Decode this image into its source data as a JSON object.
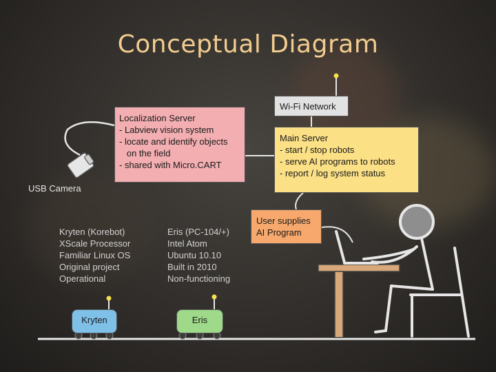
{
  "title": "Conceptual Diagram",
  "wifi": {
    "label": "Wi-Fi Network"
  },
  "localization": {
    "lines": [
      "Localization Server",
      "- Labview vision system",
      "- locate and identify objects",
      "   on the field",
      "- shared with Micro.CART"
    ]
  },
  "main_server": {
    "lines": [
      "Main Server",
      "- start / stop robots",
      "- serve AI programs to robots",
      "- report / log system status"
    ]
  },
  "user_supplies": {
    "lines": [
      "User supplies",
      "AI Program"
    ]
  },
  "usb_camera": {
    "label": "USB Camera"
  },
  "kryten_info": {
    "lines": [
      "Kryten (Korebot)",
      "XScale Processor",
      "Familiar Linux OS",
      "Original project",
      "Operational"
    ]
  },
  "eris_info": {
    "lines": [
      "Eris (PC-104/+)",
      "Intel Atom",
      "Ubuntu 10.10",
      "Built in 2010",
      "Non-functioning"
    ]
  },
  "robots": {
    "kryten_label": "Kryten",
    "eris_label": "Eris"
  },
  "colors": {
    "title": "#f2cc8f",
    "localization_box": "#f2aeb1",
    "main_server_box": "#fbe086",
    "wifi_box": "#e2e2e2",
    "user_box": "#f7a86c",
    "kryten_box": "#7fc0e8",
    "eris_box": "#9fd98a",
    "antenna_light": "#f4e04a",
    "desk": "#d8a77a",
    "line": "#e8e8e8"
  }
}
